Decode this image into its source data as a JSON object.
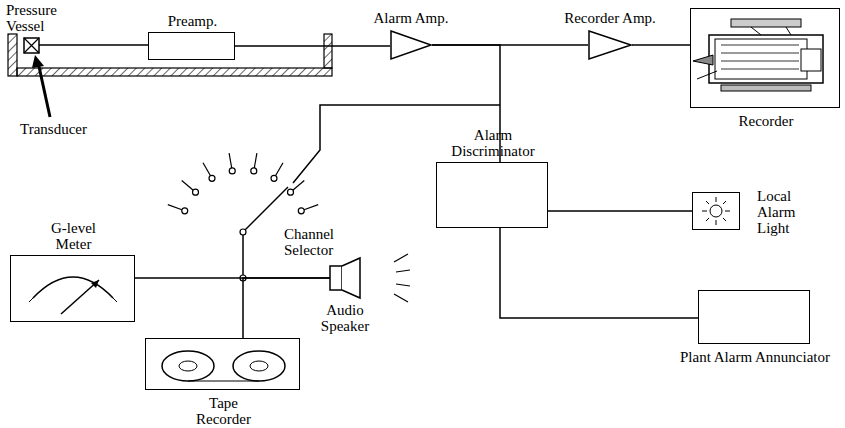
{
  "diagram": {
    "nodes": [
      {
        "text": [
          "Preamp."
        ]
      },
      {
        "text": [
          "Alarm Amp."
        ]
      },
      {
        "text": [
          "Recorder Amp."
        ]
      },
      {
        "text": [
          "Recorder"
        ]
      },
      {
        "text": [
          "Alarm Discriminator"
        ]
      },
      {
        "text": [
          "Local Alarm Light"
        ]
      },
      {
        "text": [
          "Plant Alarm Annunciator"
        ]
      },
      {
        "text": [
          "G-level Meter"
        ]
      },
      {
        "text": [
          "Tape Recorder"
        ]
      },
      {
        "text": [
          "Audio Speaker"
        ]
      }
    ],
    "edges": [
      {
        "from": 0,
        "to": 1,
        "arrow": "none"
      },
      {
        "from": 1,
        "to": 2,
        "arrow": "none"
      },
      {
        "from": 2,
        "to": 3,
        "arrow": "none"
      },
      {
        "from": 1,
        "to": 4,
        "arrow": "none"
      },
      {
        "from": 4,
        "to": 5,
        "arrow": "none"
      },
      {
        "from": 4,
        "to": 6,
        "arrow": "none"
      },
      {
        "from": 7,
        "to": 9,
        "arrow": "none"
      },
      {
        "from": 8,
        "to": 9,
        "arrow": "none"
      }
    ],
    "labels": [
      "Pressure Vessel",
      "Transducer",
      "Channel Selector"
    ]
  }
}
